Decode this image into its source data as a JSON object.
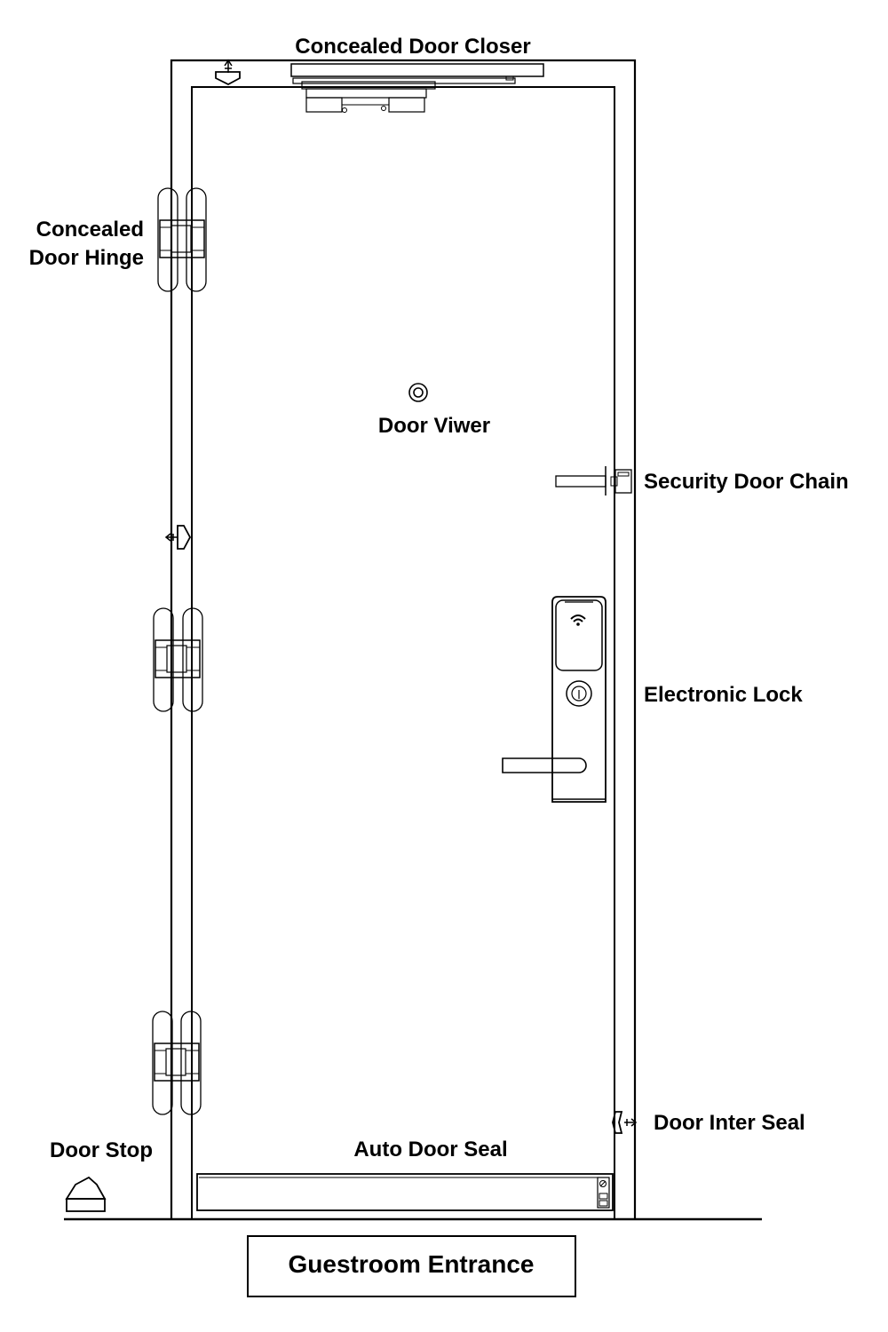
{
  "labels": {
    "closer": "Concealed Door Closer",
    "hinge_line1": "Concealed",
    "hinge_line2": "Door Hinge",
    "viewer": "Door Viwer",
    "chain": "Security Door Chain",
    "lock": "Electronic Lock",
    "inter_seal": "Door Inter Seal",
    "door_stop": "Door Stop",
    "auto_seal": "Auto Door Seal"
  },
  "caption": "Guestroom Entrance"
}
